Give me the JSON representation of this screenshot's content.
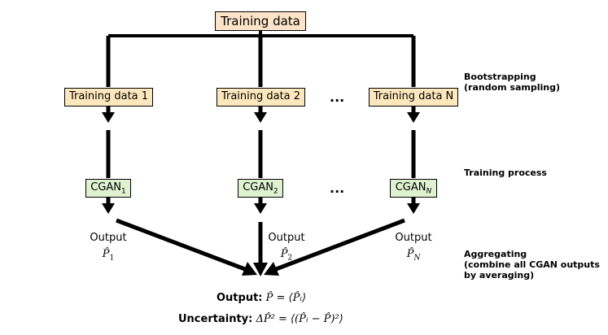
{
  "top_box": "Training data",
  "data_boxes": [
    "Training data 1",
    "Training data 2",
    "Training data N"
  ],
  "ellipsis": "...",
  "cgan_boxes": [
    {
      "base": "CGAN",
      "sub": "1"
    },
    {
      "base": "CGAN",
      "sub": "2"
    },
    {
      "base": "CGAN",
      "sub": "N"
    }
  ],
  "outputs": [
    {
      "label": "Output",
      "symbol": "P̂",
      "sub": "1"
    },
    {
      "label": "Output",
      "symbol": "P̂",
      "sub": "2"
    },
    {
      "label": "Output",
      "symbol": "P̂",
      "sub": "N"
    }
  ],
  "stages": {
    "bootstrapping": [
      "Bootstrapping",
      "(random sampling)"
    ],
    "training": [
      "Training process"
    ],
    "aggregating": [
      "Aggregating",
      "(combine all CGAN outputs",
      "by averaging)"
    ]
  },
  "final": {
    "output_label": "Output:",
    "output_formula": "P̂ = ⟨P̂ᵢ⟩",
    "uncertainty_label": "Uncertainty:",
    "uncertainty_formula": "ΔP̂² = ⟨(P̂ᵢ − P̂)²⟩"
  },
  "colors": {
    "top_box_fill": "#fde3c8",
    "data_box_fill": "#fde8bd",
    "cgan_box_fill": "#dff2cf",
    "arrow": "#000000"
  }
}
